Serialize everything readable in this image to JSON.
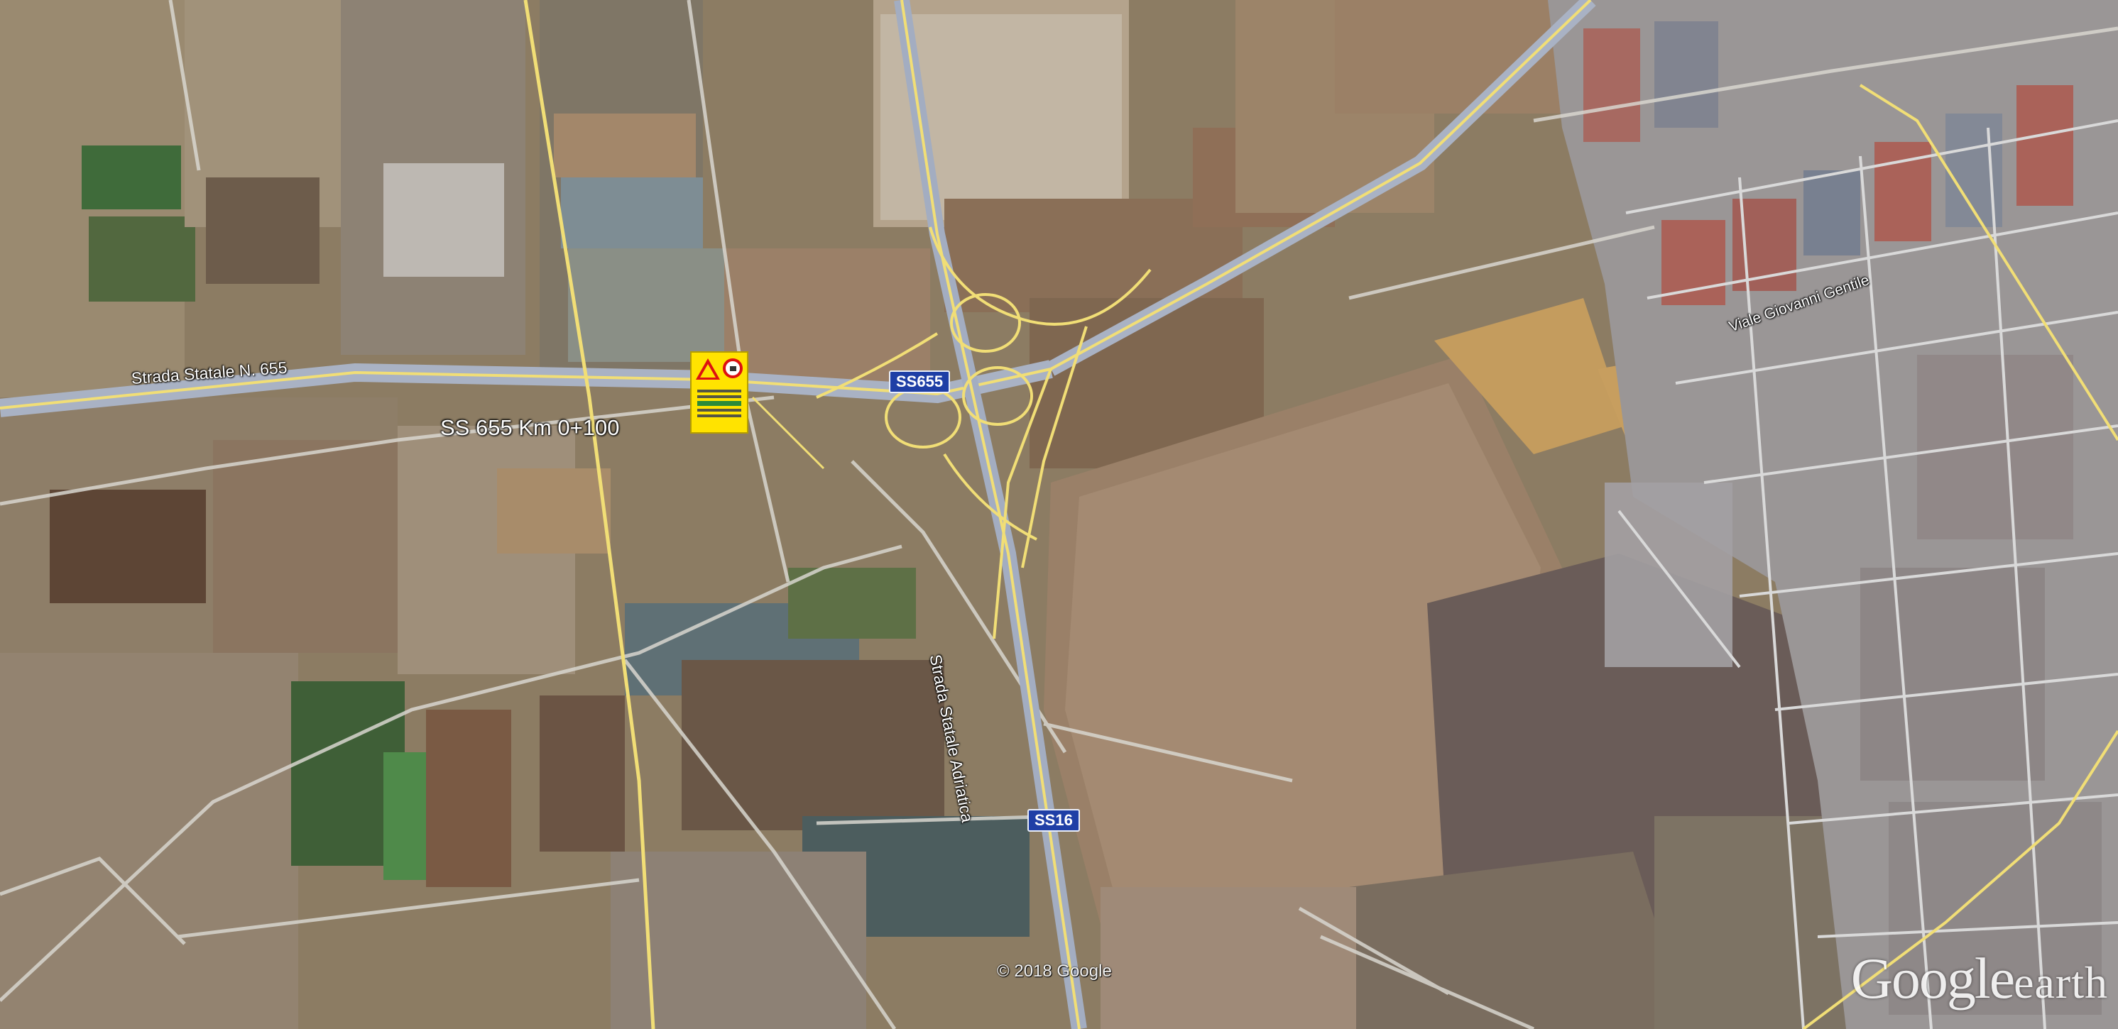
{
  "map": {
    "road_labels": {
      "ss655_road": "Strada Statale N. 655",
      "adriatica_road": "Strada Statale Adriatica",
      "gentile_street": "Viale Giovanni Gentile"
    },
    "shields": {
      "ss655": "SS655",
      "ss16": "SS16"
    },
    "location_label": "SS 655 Km 0+100",
    "copyright": "© 2018 Google",
    "logo": {
      "google": "Google",
      "earth": "earth"
    },
    "colors": {
      "road": "#f4e07a",
      "shield_bg": "#1f3fa6",
      "sign": "#ffe300"
    }
  }
}
